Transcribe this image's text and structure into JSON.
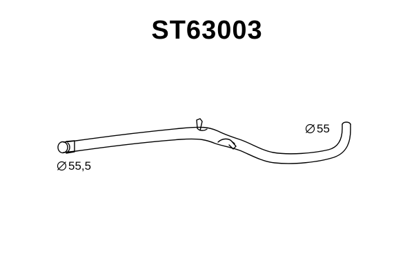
{
  "title": "ST63003",
  "labels": {
    "left_diameter": "55,5",
    "right_diameter": "55"
  },
  "icons": {
    "diameter": "diameter-symbol-icon"
  },
  "colors": {
    "line": "#000000",
    "background": "#ffffff"
  }
}
